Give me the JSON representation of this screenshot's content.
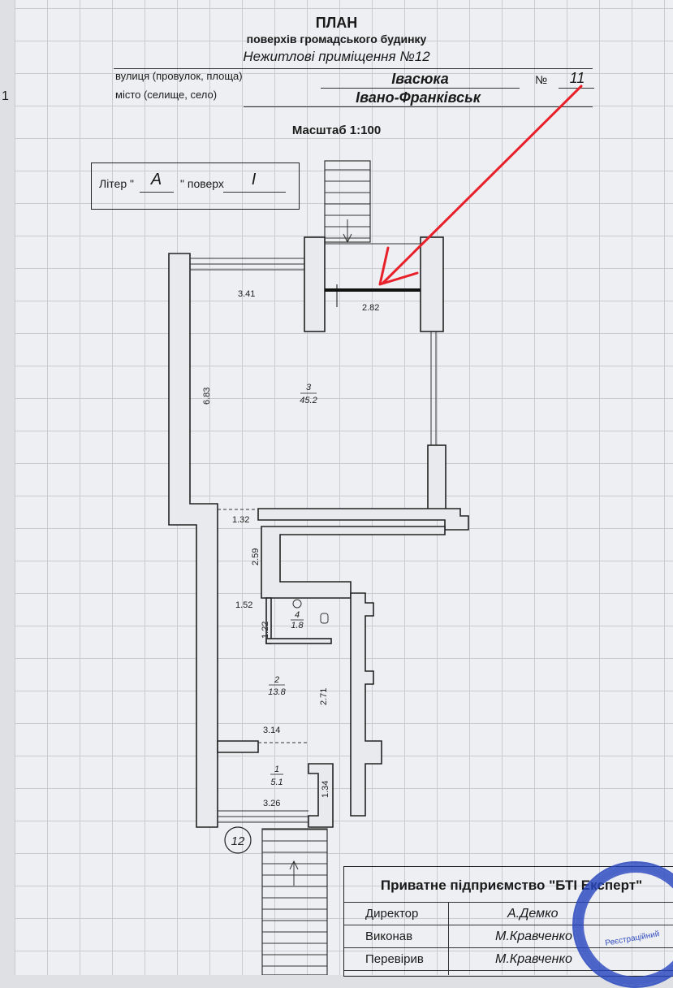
{
  "header": {
    "title": "ПЛАН",
    "subtitle": "поверхів громадського будинку",
    "room_title": "Нежитлові приміщення №12",
    "street_label": "вулиця (провулок, площа)",
    "street_value": "Івасюка",
    "number_label": "№",
    "number_value": "11",
    "city_label": "місто (селище, село)",
    "city_value": "Івано-Франківськ",
    "scale": "Масштаб 1:100"
  },
  "edge_mark": "1",
  "liter": {
    "liter_label": "Літер \"",
    "liter_value": "А",
    "floor_label": "\" поверх",
    "floor_value": "І"
  },
  "plan": {
    "dimensions": [
      "3.41",
      "2.82",
      "6.83",
      "1.32",
      "2.59",
      "1.52",
      "1.22",
      "2.71",
      "3.14",
      "3.26",
      "1.34"
    ],
    "rooms": [
      {
        "number": "3",
        "area": "45.2"
      },
      {
        "number": "4",
        "area": "1.8"
      },
      {
        "number": "2",
        "area": "13.8"
      },
      {
        "number": "1",
        "area": "5.1"
      }
    ],
    "entrance_number": "12",
    "annotation_color": "#e8202a"
  },
  "signature_block": {
    "firm": "Приватне підприємство \"БТІ Експерт\"",
    "rows": [
      {
        "role": "Директор",
        "name": "А.Демко"
      },
      {
        "role": "Виконав",
        "name": "М.Кравченко"
      },
      {
        "role": "Перевірив",
        "name": "М.Кравченко"
      }
    ],
    "stamp_color": "#2846be",
    "stamp_text": "Реєстраційний"
  }
}
